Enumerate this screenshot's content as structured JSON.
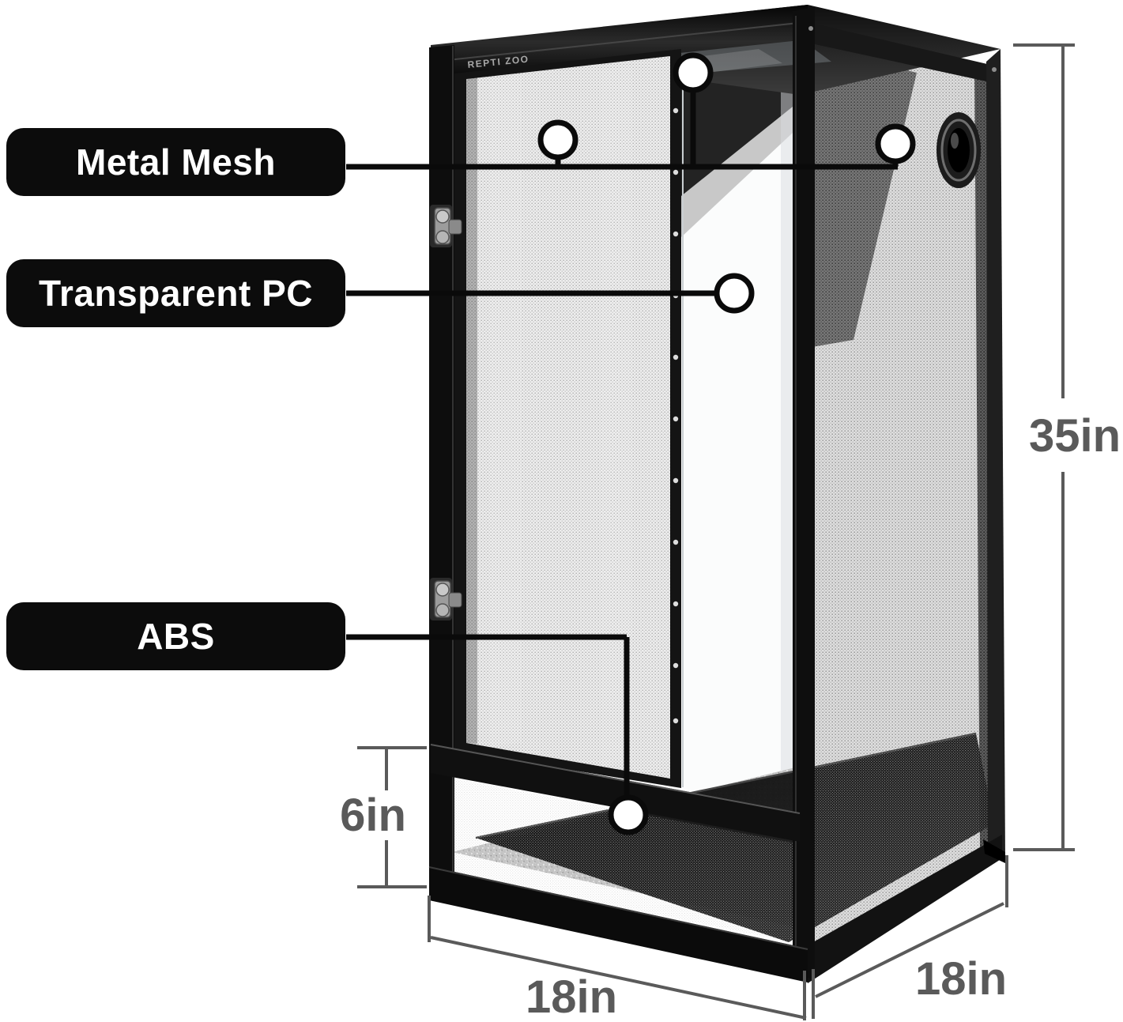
{
  "product": {
    "type": "screen-mesh-reptile-terrarium",
    "brand_logo": "REPTI ZOO",
    "callouts": [
      {
        "id": "metal-mesh",
        "label": "Metal Mesh"
      },
      {
        "id": "transparent-pc",
        "label": "Transparent PC"
      },
      {
        "id": "abs",
        "label": "ABS"
      }
    ],
    "dimensions": {
      "height": "35in",
      "base_front_height": "6in",
      "width": "18in",
      "depth": "18in"
    },
    "style": {
      "callout_bg": "#0c0c0c",
      "callout_text_color": "#ffffff",
      "callout_line_color": "#0a0a0a",
      "dimension_color": "#5a5a5a",
      "frame_color": "#111111",
      "background": "#ffffff"
    }
  }
}
